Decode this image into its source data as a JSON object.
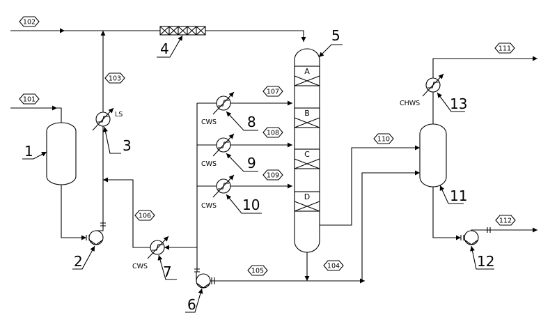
{
  "streams": [
    {
      "id": "s101",
      "label": "101"
    },
    {
      "id": "s102",
      "label": "102"
    },
    {
      "id": "s103",
      "label": "103"
    },
    {
      "id": "s104",
      "label": "104"
    },
    {
      "id": "s105",
      "label": "105"
    },
    {
      "id": "s106",
      "label": "106"
    },
    {
      "id": "s107",
      "label": "107"
    },
    {
      "id": "s108",
      "label": "108"
    },
    {
      "id": "s109",
      "label": "109"
    },
    {
      "id": "s110",
      "label": "110"
    },
    {
      "id": "s111",
      "label": "111"
    },
    {
      "id": "s112",
      "label": "112"
    }
  ],
  "equipment": [
    {
      "id": "e1",
      "tag": "1"
    },
    {
      "id": "e2",
      "tag": "2"
    },
    {
      "id": "e3",
      "tag": "3"
    },
    {
      "id": "e4",
      "tag": "4"
    },
    {
      "id": "e5",
      "tag": "5"
    },
    {
      "id": "e6",
      "tag": "6"
    },
    {
      "id": "e7",
      "tag": "7"
    },
    {
      "id": "e8",
      "tag": "8"
    },
    {
      "id": "e9",
      "tag": "9"
    },
    {
      "id": "e10",
      "tag": "10"
    },
    {
      "id": "e11",
      "tag": "11"
    },
    {
      "id": "e12",
      "tag": "12"
    },
    {
      "id": "e13",
      "tag": "13"
    }
  ],
  "column_sections": [
    "A",
    "B",
    "C",
    "D"
  ],
  "utilities": {
    "ls": "LS",
    "cws7": "CWS",
    "cws8": "CWS",
    "cws9": "CWS",
    "cws10": "CWS",
    "chws13": "CHWS"
  }
}
